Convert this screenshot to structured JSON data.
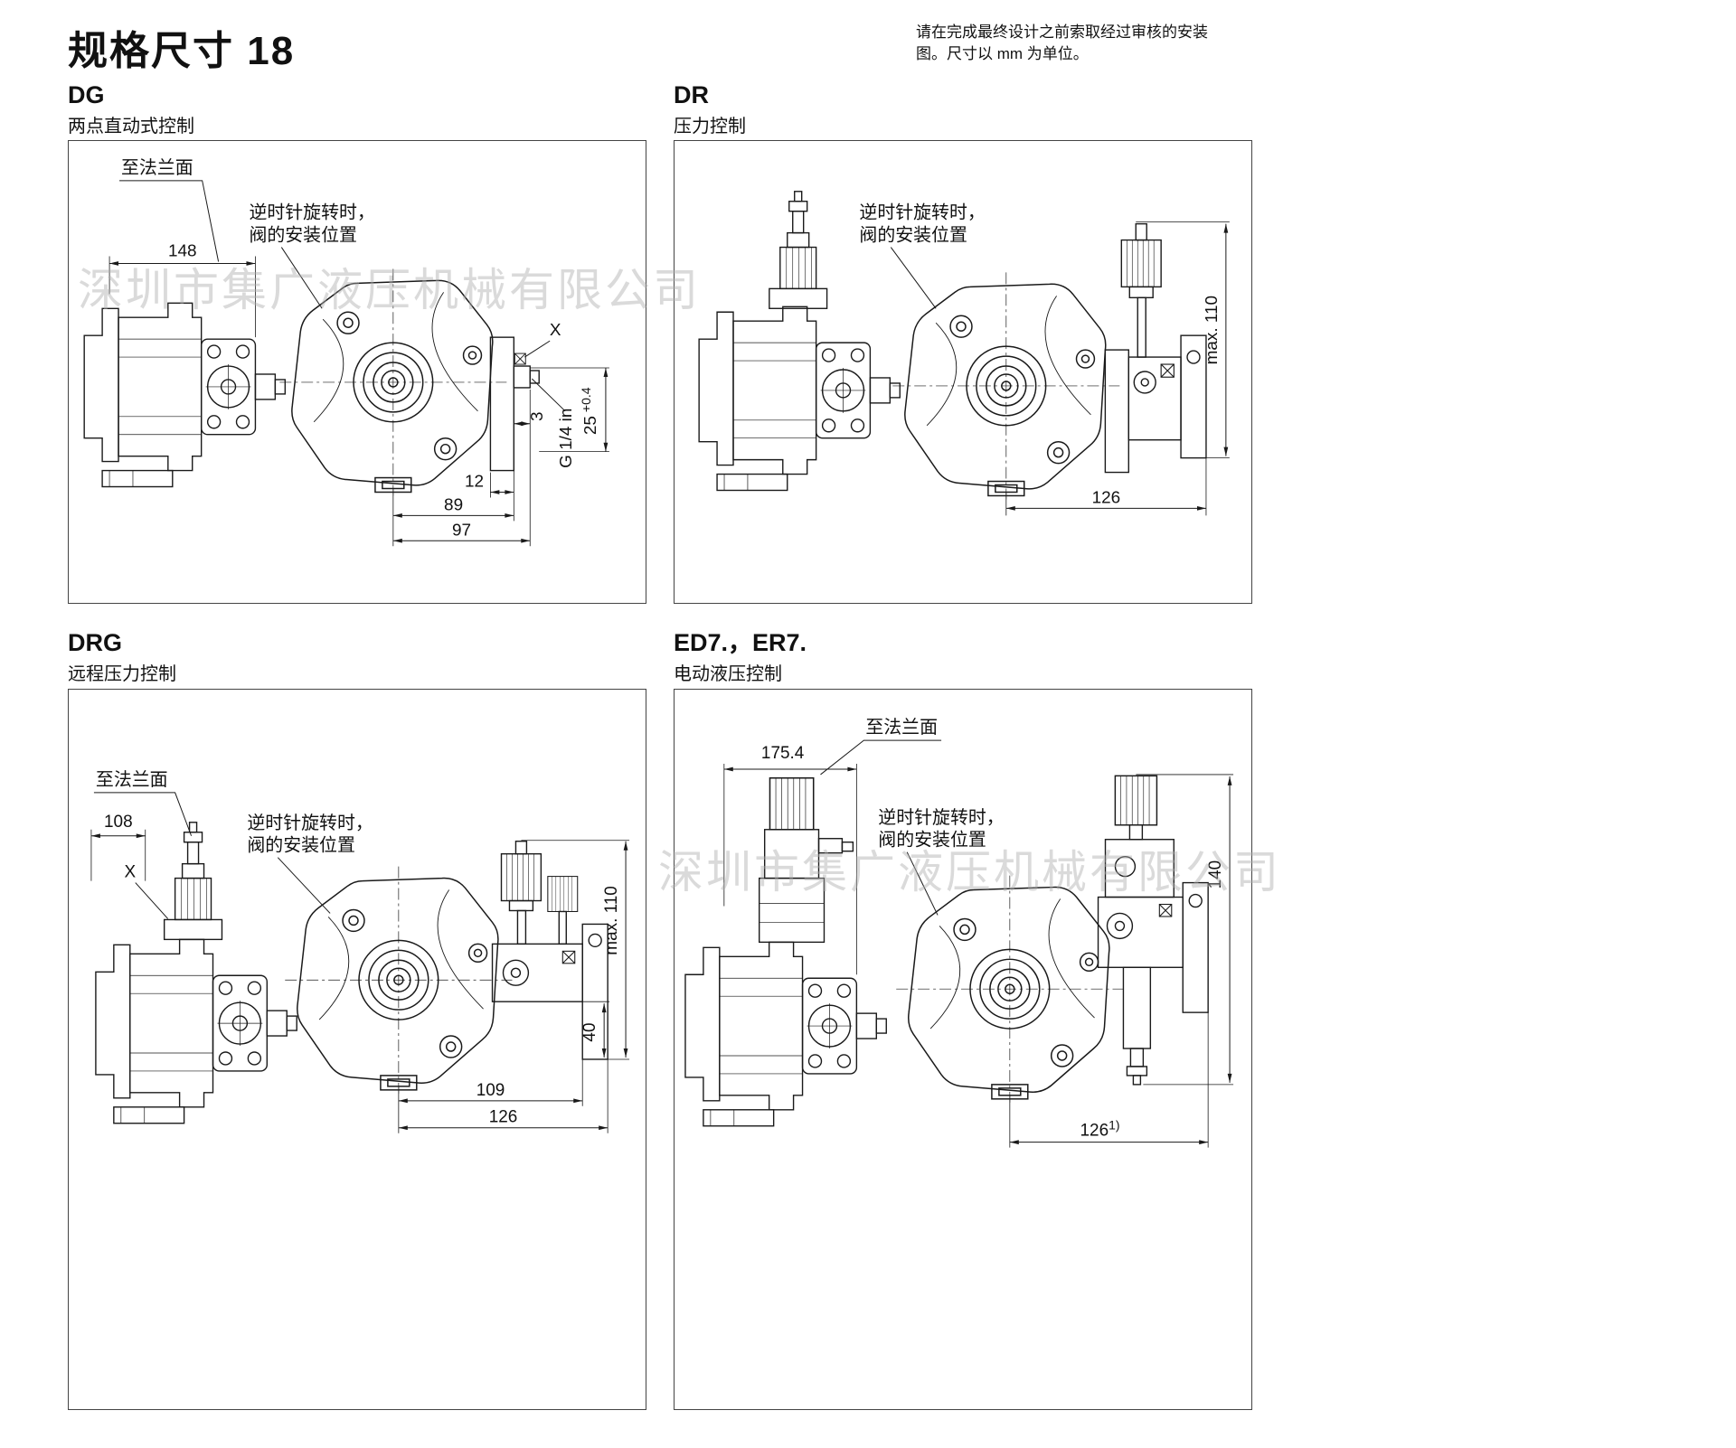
{
  "page": {
    "title": "规格尺寸 18",
    "note_line1": "请在完成最终设计之前索取经过审核的安装",
    "note_line2": "图。尺寸以 mm 为单位。",
    "watermark": "深圳市集广液压机械有限公司"
  },
  "panels": {
    "dg": {
      "code": "DG",
      "subtitle": "两点直动式控制",
      "flange_label": "至法兰面",
      "note1": "逆时针旋转时，",
      "note2": "阀的安装位置",
      "dims": {
        "d148": "148",
        "d3": "3",
        "d12": "12",
        "d89": "89",
        "d97": "97",
        "x_label": "X",
        "g14": "G 1/4 in",
        "d25": "25",
        "d25_tol": "+0.4"
      }
    },
    "dr": {
      "code": "DR",
      "subtitle": "压力控制",
      "note1": "逆时针旋转时，",
      "note2": "阀的安装位置",
      "dims": {
        "max110": "max. 110",
        "d126": "126"
      }
    },
    "drg": {
      "code": "DRG",
      "subtitle": "远程压力控制",
      "flange_label": "至法兰面",
      "note1": "逆时针旋转时，",
      "note2": "阀的安装位置",
      "dims": {
        "d108": "108",
        "x_label": "X",
        "max110": "max. 110",
        "d40": "40",
        "d109": "109",
        "d126": "126"
      }
    },
    "ed": {
      "code": "ED7.，ER7.",
      "subtitle": "电动液压控制",
      "flange_label": "至法兰面",
      "note1": "逆时针旋转时，",
      "note2": "阀的安装位置",
      "dims": {
        "d175": "175.4",
        "d140": "140",
        "d126": "126",
        "d126_sup": "1)"
      }
    }
  }
}
